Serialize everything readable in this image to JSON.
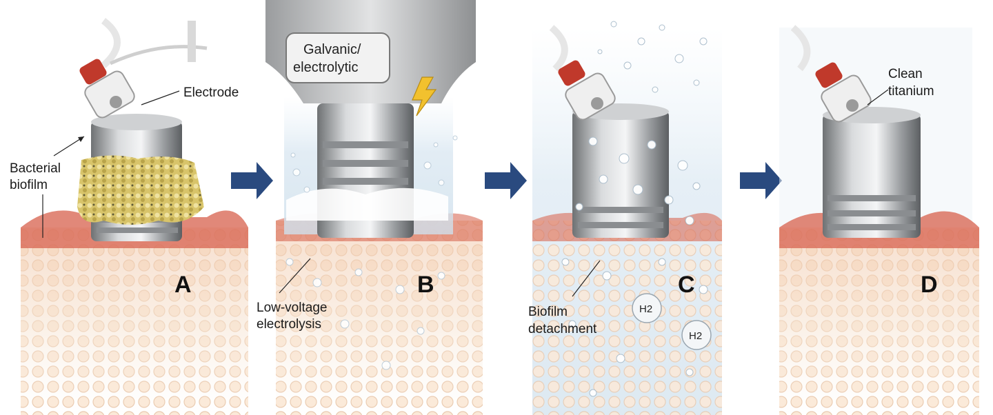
{
  "panels": [
    {
      "letter": "A",
      "labels": [
        "Electrode",
        "Bacterial",
        "biofilm"
      ]
    },
    {
      "letter": "B",
      "labels": [
        "Galvanic/",
        "electrolytic",
        "Low-voltage",
        "electrolysis"
      ]
    },
    {
      "letter": "C",
      "labels": [
        "Biofilm",
        "detachment"
      ],
      "bubble_label": "H2"
    },
    {
      "letter": "D",
      "labels": [
        "Clean",
        "titanium"
      ]
    }
  ],
  "colors": {
    "arrow": "#2a4a7f",
    "cable_tip": "#c0392b",
    "biofilm": "#d8c46a",
    "bone": "#f3d9c3",
    "gum": "#d96a57",
    "metal": "#a7a9ab",
    "water": "#dbe8f2",
    "lightning": "#f2c12e"
  },
  "icons": [
    "arrow-right-icon",
    "lightning-icon",
    "h2-bubble-icon"
  ]
}
